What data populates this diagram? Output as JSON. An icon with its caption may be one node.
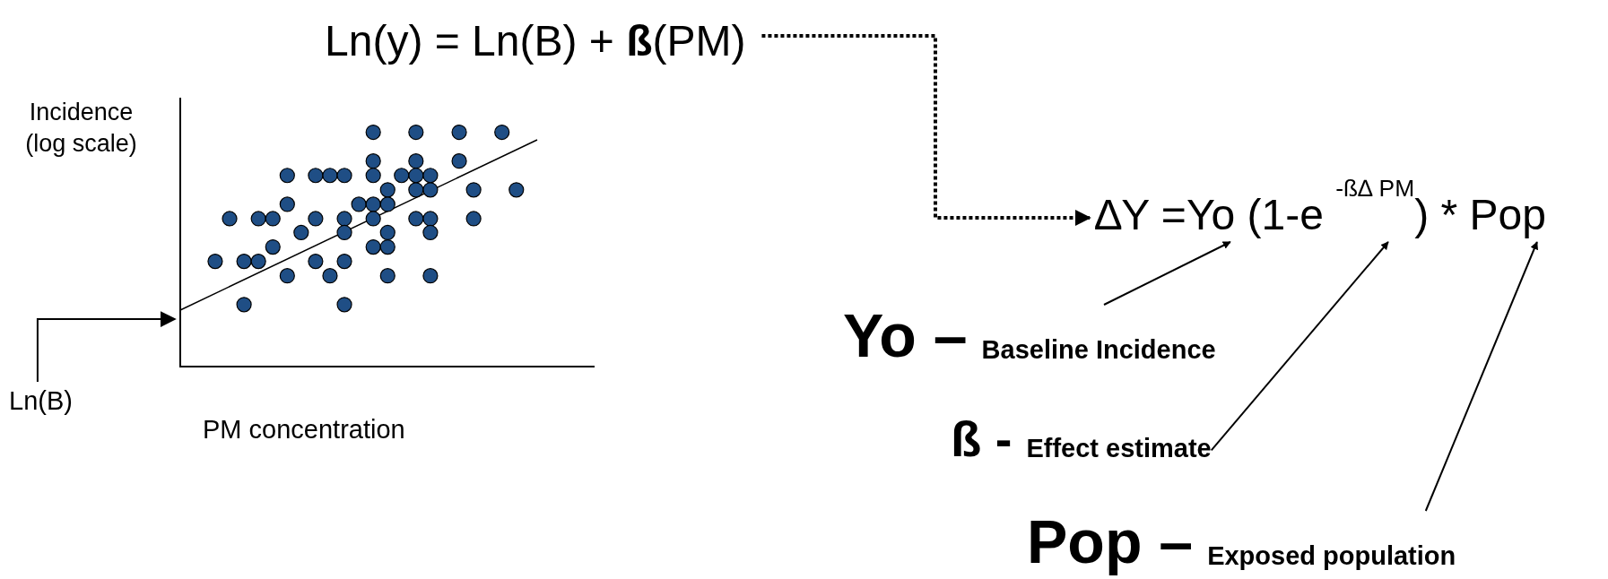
{
  "diagram": {
    "nodes": [
      {
        "text": [
          "Ln(y) = Ln(B) + **ß**(PM)"
        ]
      },
      {
        "text": [],
        "shape": "picture"
      },
      {
        "text": [
          "Ln(B)"
        ]
      },
      {
        "text": [
          "∆Y =Yo (1-e $^{-ß∆ PM}$) * Pop"
        ]
      },
      {
        "text": [
          "Yo –",
          "Baseline Incidence"
        ]
      },
      {
        "text": [
          "ß -",
          "Effect estimate"
        ]
      },
      {
        "text": [
          "Pop –",
          "Exposed population"
        ]
      }
    ],
    "edges": [
      {
        "from": 0,
        "to": 3,
        "arrow": "to",
        "style": "dashed"
      },
      {
        "from": 2,
        "to": 1,
        "arrow": "to"
      },
      {
        "from": 4,
        "to": 3,
        "arrow": "to"
      },
      {
        "from": 5,
        "to": 3,
        "arrow": "to"
      },
      {
        "from": 6,
        "to": 3,
        "arrow": "to"
      }
    ],
    "labels": [
      "Incidence (log scale)",
      "PM concentration"
    ]
  }
}
